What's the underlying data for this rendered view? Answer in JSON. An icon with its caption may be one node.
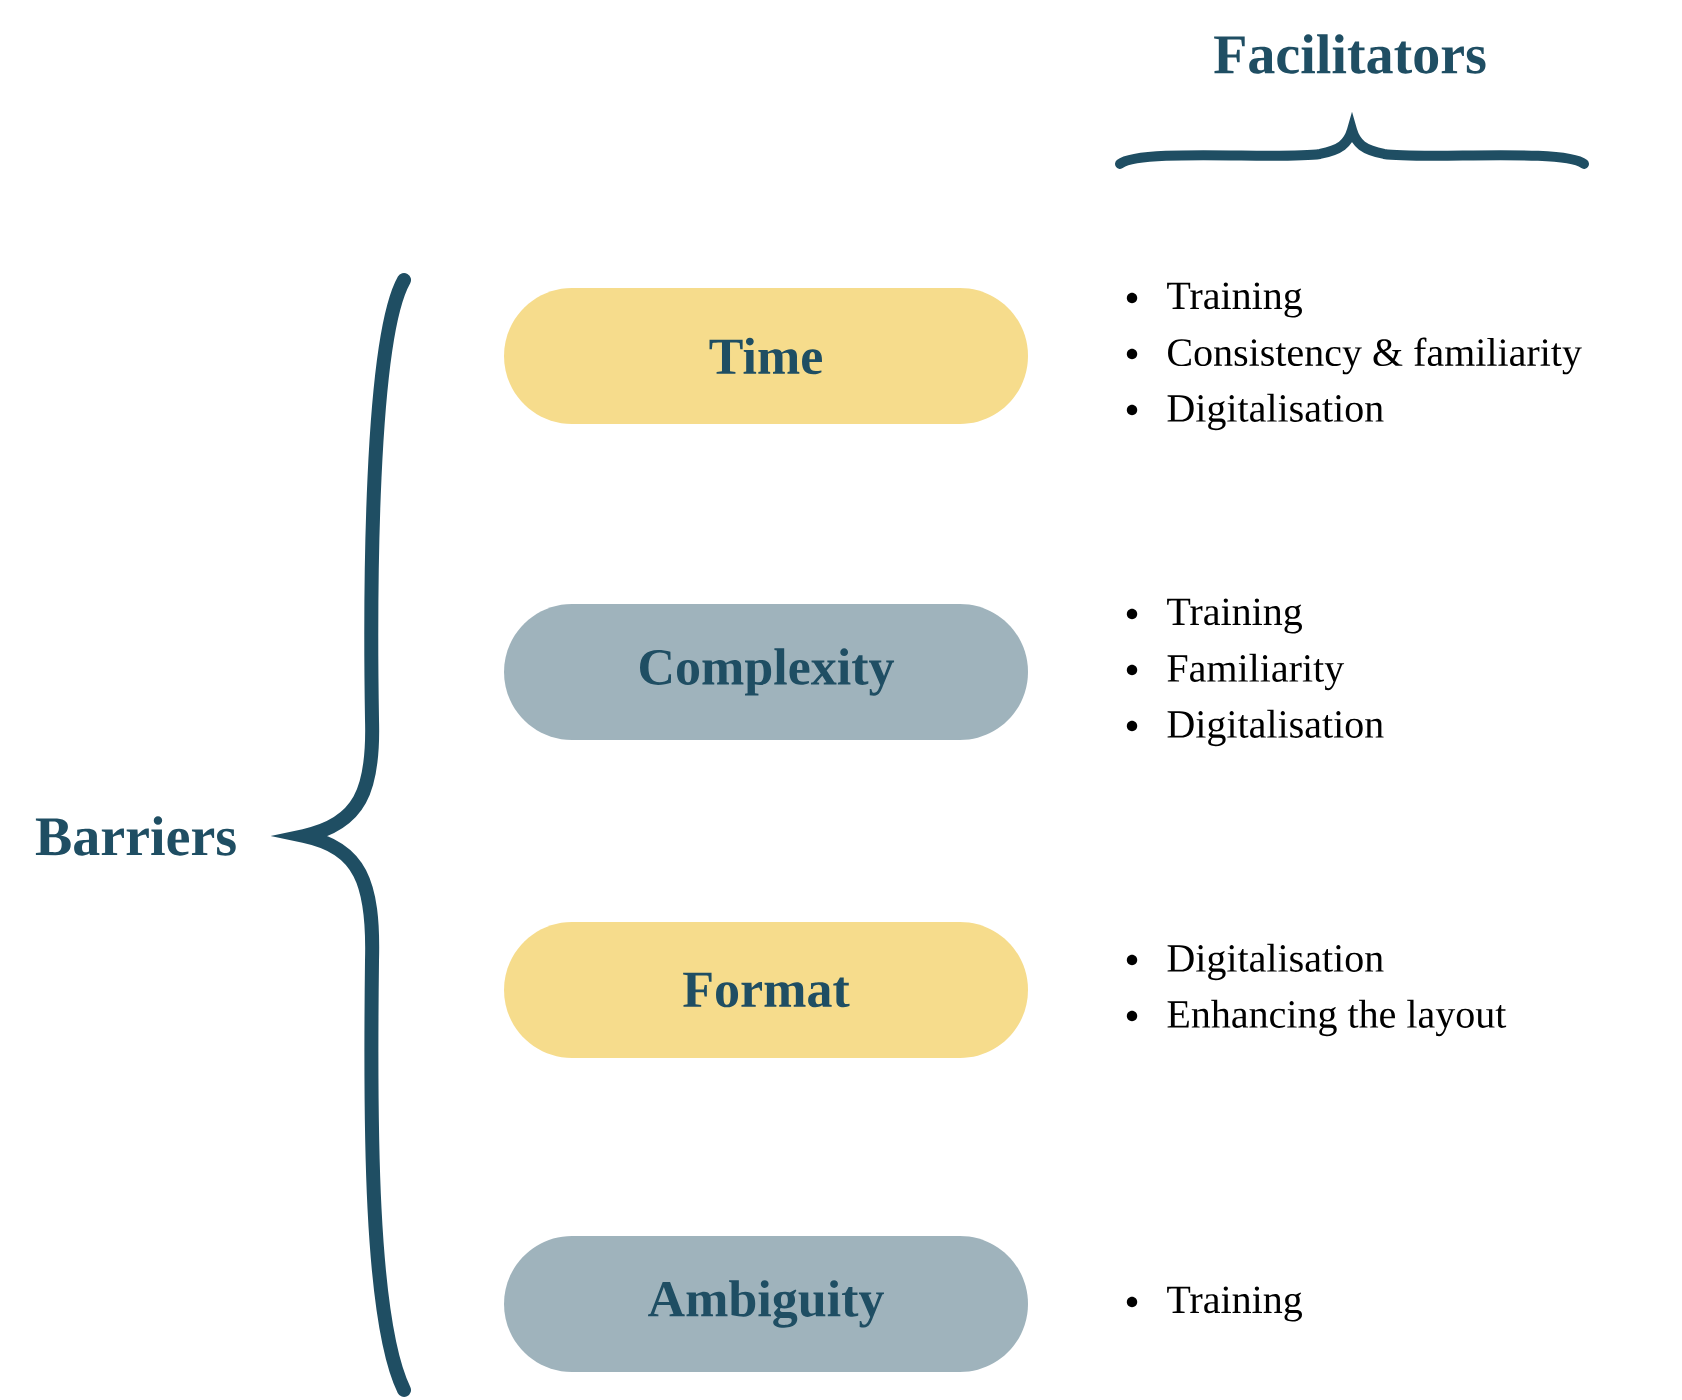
{
  "diagram": {
    "nodes": [
      {
        "text": [
          "Time"
        ],
        "beside": [
          "Training",
          "Consistency & familiarity",
          "Digitalisation"
        ]
      },
      {
        "text": [
          "Complexity"
        ],
        "beside": [
          "Training",
          "Familiarity",
          "Digitalisation"
        ]
      },
      {
        "text": [
          "Format"
        ],
        "beside": [
          "Digitalisation",
          "Enhancing the layout"
        ]
      },
      {
        "text": [
          "Ambiguity"
        ],
        "beside": [
          "Training"
        ]
      }
    ],
    "edges": [],
    "labels": [
      "Facilitators",
      "Barriers"
    ]
  }
}
